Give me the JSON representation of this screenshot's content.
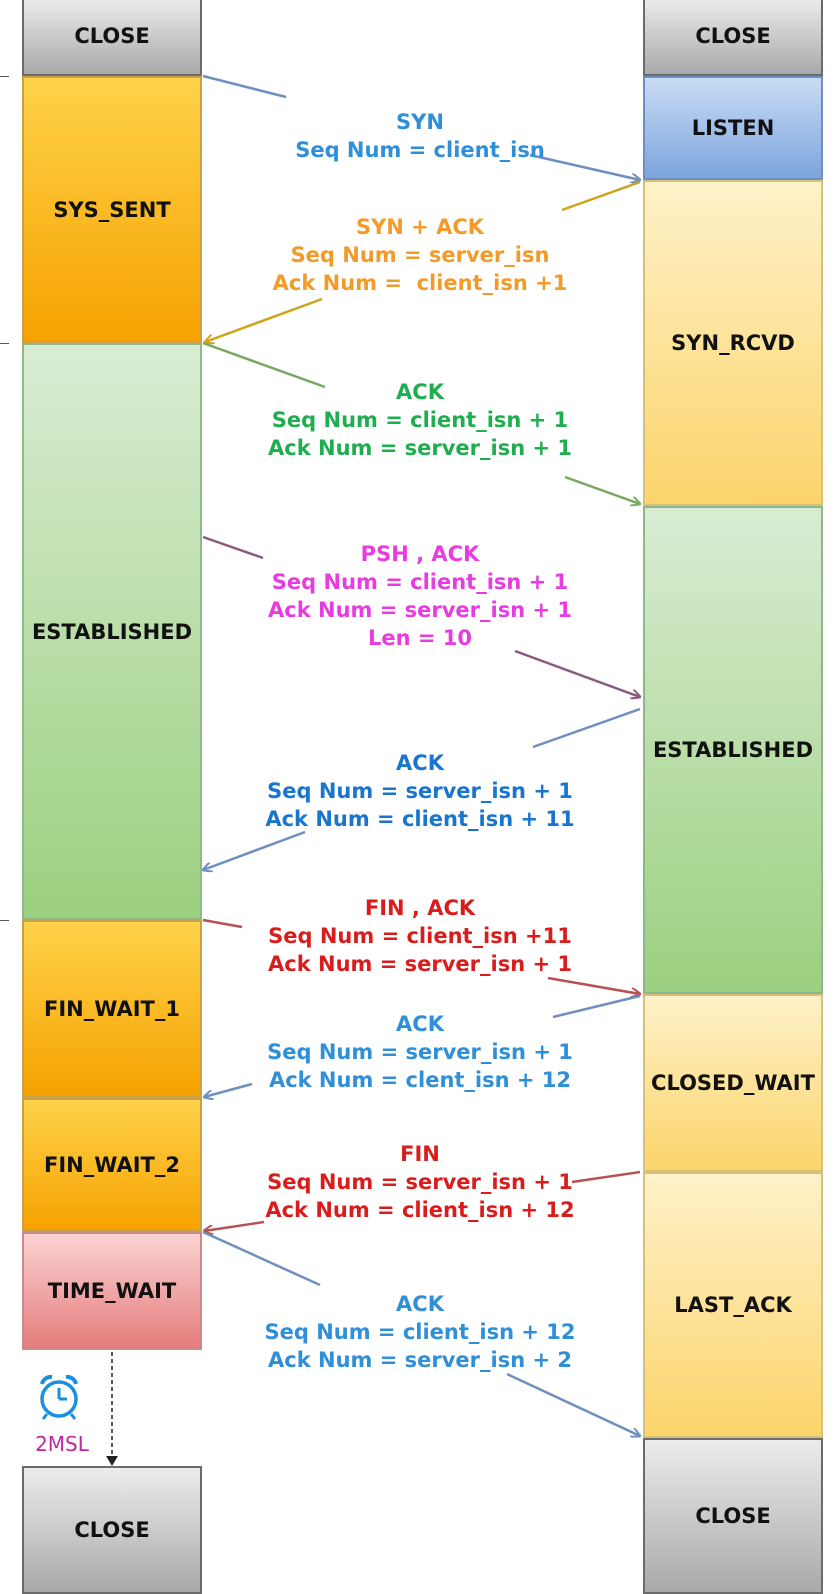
{
  "colors": {
    "blue": "#2f8fd8",
    "orange": "#f29b2b",
    "green": "#1fae4f",
    "magenta": "#e83ce0",
    "dark_blue": "#1a75cf",
    "red": "#d91c1c",
    "arrow_blue": "#6f8fbf",
    "arrow_gold": "#cda41c",
    "arrow_green": "#7aa860",
    "arrow_purple": "#8a5a7e",
    "arrow_red": "#b85252",
    "timer_label": "#c0279a"
  },
  "client_states": [
    "CLOSE",
    "SYS_SENT",
    "ESTABLISHED",
    "FIN_WAIT_1",
    "FIN_WAIT_2",
    "TIME_WAIT",
    "CLOSE"
  ],
  "server_states": [
    "CLOSE",
    "LISTEN",
    "SYN_RCVD",
    "ESTABLISHED",
    "CLOSED_WAIT",
    "LAST_ACK",
    "CLOSE"
  ],
  "messages": [
    {
      "lines": [
        "SYN",
        "Seq Num = client_isn"
      ],
      "color": "#2f8fd8"
    },
    {
      "lines": [
        "SYN + ACK",
        "Seq Num = server_isn",
        "Ack Num =  client_isn +1"
      ],
      "color": "#f29b2b"
    },
    {
      "lines": [
        "ACK",
        "Seq Num = client_isn + 1",
        "Ack Num = server_isn + 1"
      ],
      "color": "#1fae4f"
    },
    {
      "lines": [
        "PSH , ACK",
        "Seq Num = client_isn + 1",
        "Ack Num = server_isn + 1",
        "Len = 10"
      ],
      "color": "#e83ce0"
    },
    {
      "lines": [
        "ACK",
        "Seq Num = server_isn + 1",
        "Ack Num = client_isn + 11"
      ],
      "color": "#1a75cf"
    },
    {
      "lines": [
        "FIN , ACK",
        "Seq Num = client_isn +11",
        "Ack Num = server_isn + 1"
      ],
      "color": "#d91c1c"
    },
    {
      "lines": [
        "ACK",
        "Seq Num = server_isn + 1",
        "Ack Num = clent_isn + 12"
      ],
      "color": "#2f8fd8"
    },
    {
      "lines": [
        "FIN",
        "Seq Num = server_isn + 1",
        "Ack Num = client_isn + 12"
      ],
      "color": "#d91c1c"
    },
    {
      "lines": [
        "ACK",
        "Seq Num = client_isn + 12",
        "Ack Num = server_isn + 2"
      ],
      "color": "#2f8fd8"
    }
  ],
  "timer": {
    "label": "2MSL",
    "icon": "alarm-clock-icon"
  }
}
